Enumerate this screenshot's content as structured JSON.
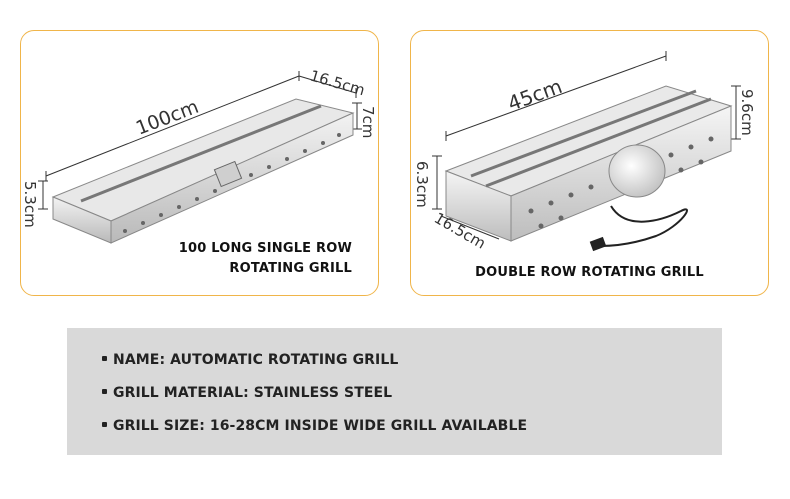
{
  "left_panel": {
    "dimensions": {
      "length": "100cm",
      "depth": "16.5cm",
      "height_right": "7cm",
      "height_left": "5.3cm"
    },
    "caption_line1": "100 LONG SINGLE ROW",
    "caption_line2": "ROTATING GRILL"
  },
  "right_panel": {
    "dimensions": {
      "length": "45cm",
      "height_right": "9.6cm",
      "height_left": "6.3cm",
      "depth": "16.5cm"
    },
    "caption": "DOUBLE ROW ROTATING GRILL"
  },
  "specs": {
    "name": "NAME: AUTOMATIC ROTATING GRILL",
    "material": "GRILL MATERIAL: STAINLESS STEEL",
    "size": "GRILL SIZE: 16-28CM INSIDE WIDE GRILL AVAILABLE"
  },
  "colors": {
    "panel_border": "#f0b54a",
    "spec_background": "#d9d9d9",
    "text": "#222222"
  }
}
